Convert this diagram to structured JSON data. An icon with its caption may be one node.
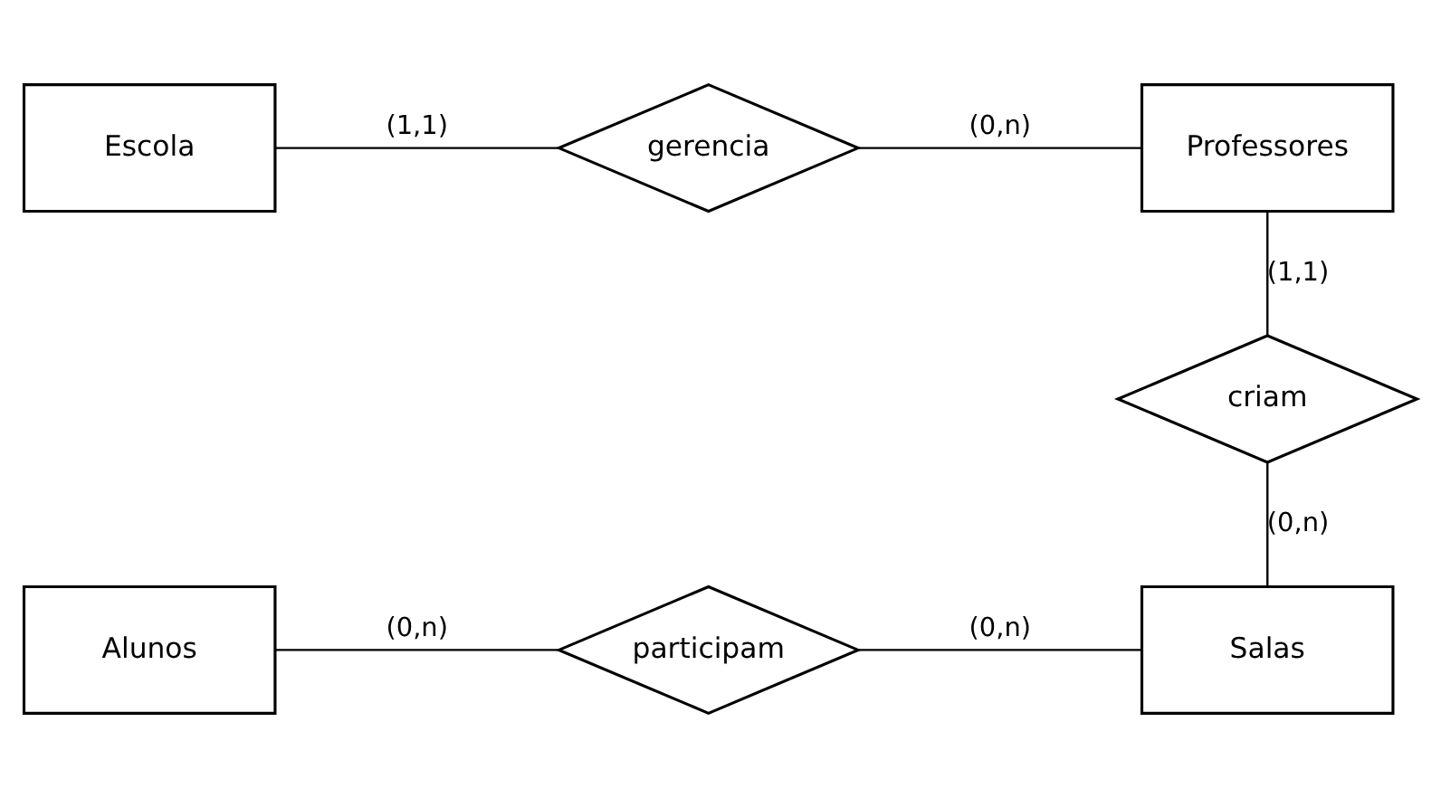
{
  "diagram": {
    "nodes": [
      {
        "text": [
          "Escola"
        ]
      },
      {
        "text": [
          "gerencia"
        ]
      },
      {
        "text": [
          "Professores"
        ]
      },
      {
        "text": [
          "criam"
        ]
      },
      {
        "text": [
          "Alunos"
        ]
      },
      {
        "text": [
          "participam"
        ]
      },
      {
        "text": [
          "Salas"
        ]
      }
    ],
    "edges": [
      {
        "from": 0,
        "to": 1,
        "arrow": "none",
        "label": "(1,1)"
      },
      {
        "from": 1,
        "to": 2,
        "arrow": "none",
        "label": "(0,n)"
      },
      {
        "from": 2,
        "to": 3,
        "arrow": "none",
        "label": "(1,1)"
      },
      {
        "from": 3,
        "to": 6,
        "arrow": "none",
        "label": "(0,n)"
      },
      {
        "from": 4,
        "to": 5,
        "arrow": "none",
        "label": "(0,n)"
      },
      {
        "from": 5,
        "to": 6,
        "arrow": "none",
        "label": "(0,n)"
      }
    ]
  }
}
